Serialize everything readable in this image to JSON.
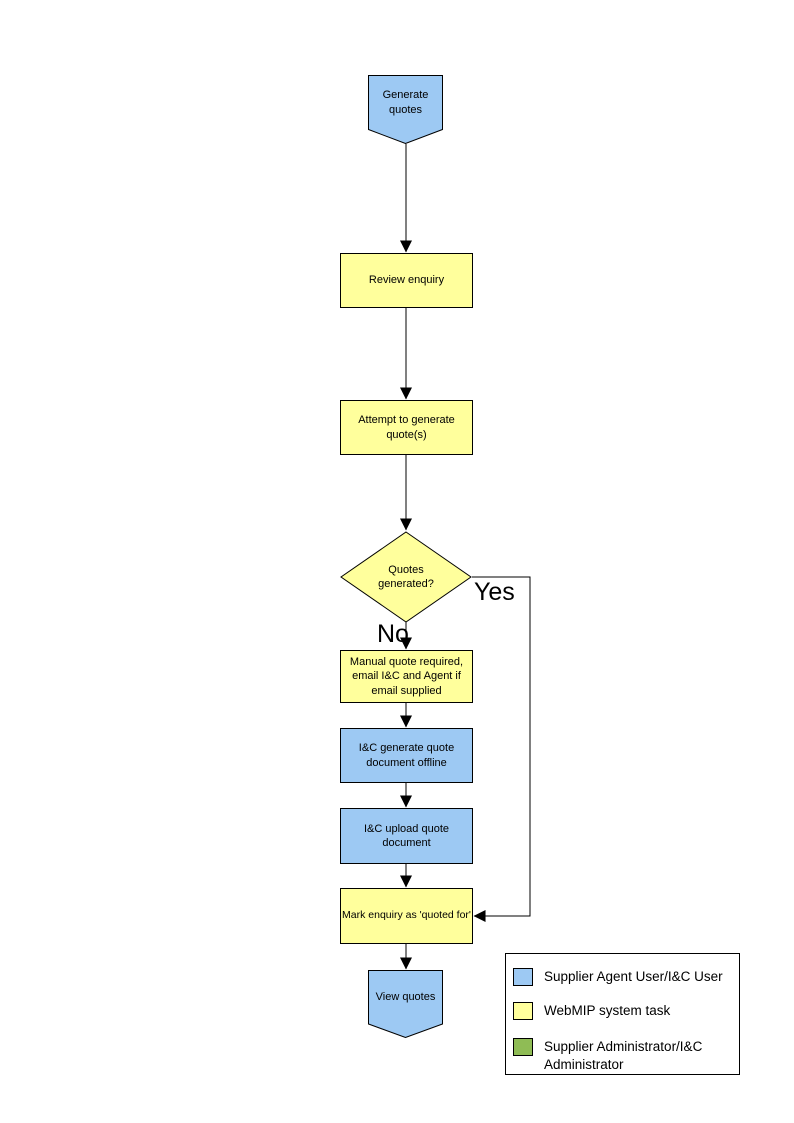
{
  "colors": {
    "agent_user_task": "#9DC9F3",
    "system_task": "#FFFF9C",
    "admin_task": "#8FBC55",
    "line": "#000000",
    "background": "#FFFFFF"
  },
  "flowchart": {
    "nodes": {
      "start": "Generate quotes",
      "review": "Review enquiry",
      "attempt": "Attempt to generate quote(s)",
      "decision": "Quotes generated?",
      "manual_quote": "Manual quote required, email I&C and Agent if email supplied",
      "generate_offline": "I&C generate quote document offline",
      "upload_quote": "I&C upload quote document",
      "mark_quoted": "Mark enquiry as 'quoted for'",
      "end": "View quotes"
    },
    "branch_labels": {
      "yes": "Yes",
      "no": "No"
    }
  },
  "legend": {
    "items": [
      {
        "swatch_color": "#9DC9F3",
        "label": "Supplier Agent User/I&C User"
      },
      {
        "swatch_color": "#FFFF9C",
        "label": "WebMIP system task"
      },
      {
        "swatch_color": "#8FBC55",
        "label": "Supplier Administrator/I&C Administrator"
      }
    ]
  }
}
